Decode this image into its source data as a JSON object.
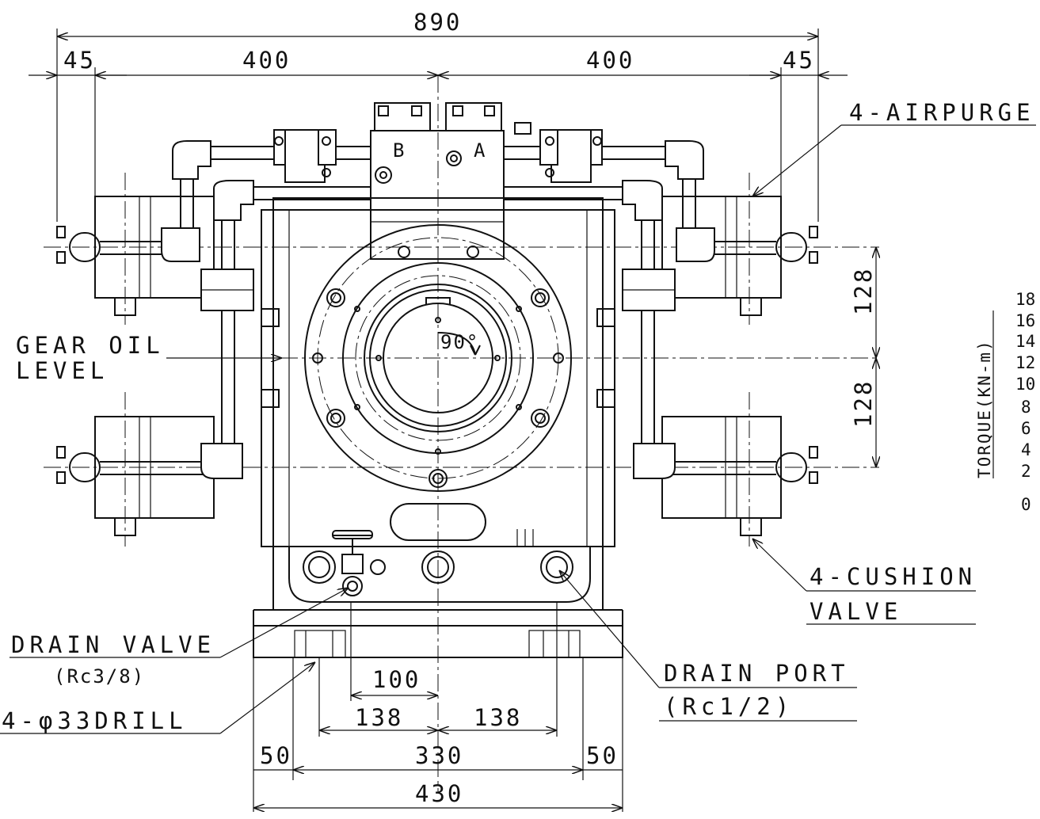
{
  "dimensions": {
    "overall_width": "890",
    "left_offset": "45",
    "left_half": "400",
    "right_half": "400",
    "right_offset": "45",
    "vertical_upper": "128",
    "vertical_lower": "128",
    "drain_spacing": "100",
    "bolt_left": "138",
    "bolt_right": "138",
    "base_left": "50",
    "base_center": "330",
    "base_right": "50",
    "base_overall": "430",
    "rotation_angle": "90°"
  },
  "port_labels": {
    "port_b": "B",
    "port_a": "A"
  },
  "callouts": {
    "airpurge": "4-AIRPURGE",
    "gear_oil_line1": "GEAR OIL",
    "gear_oil_line2": "LEVEL",
    "cushion_line1": "4-CUSHION",
    "cushion_line2": "VALVE",
    "drain_valve_line1": "DRAIN VALVE",
    "drain_valve_line2": "(Rc3/8)",
    "drill": "4-φ33DRILL",
    "drain_port_line1": "DRAIN PORT",
    "drain_port_line2": "(Rc1/2)"
  },
  "torque_scale": {
    "axis_label": "TORQUE(KN-m)",
    "ticks": [
      "18",
      "16",
      "14",
      "12",
      "10",
      "8",
      "6",
      "4",
      "2",
      "0"
    ]
  }
}
